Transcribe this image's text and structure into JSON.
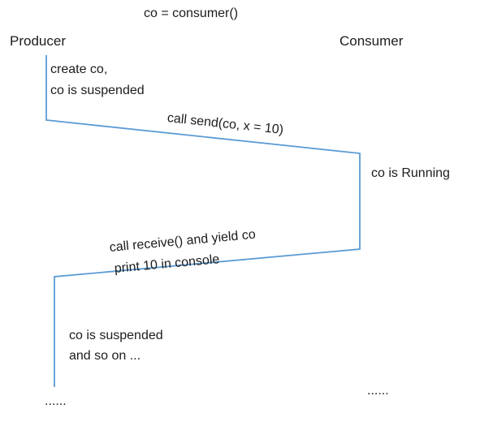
{
  "diagram": {
    "title": "co = consumer()",
    "line_color": "#5B9BD5",
    "actors": {
      "producer": "Producer",
      "consumer": "Consumer"
    },
    "notes": {
      "create_line1": "create co,",
      "create_line2": "co is suspended",
      "running": "co is Running",
      "suspended_line1": "co is suspended",
      "suspended_line2": "and so on ...",
      "ellipsis_left": "......",
      "ellipsis_right": "......"
    },
    "messages": {
      "send": "call send(co, x = 10)",
      "receive_line1": "call receive() and yield co",
      "receive_line2": "print 10 in console"
    }
  }
}
